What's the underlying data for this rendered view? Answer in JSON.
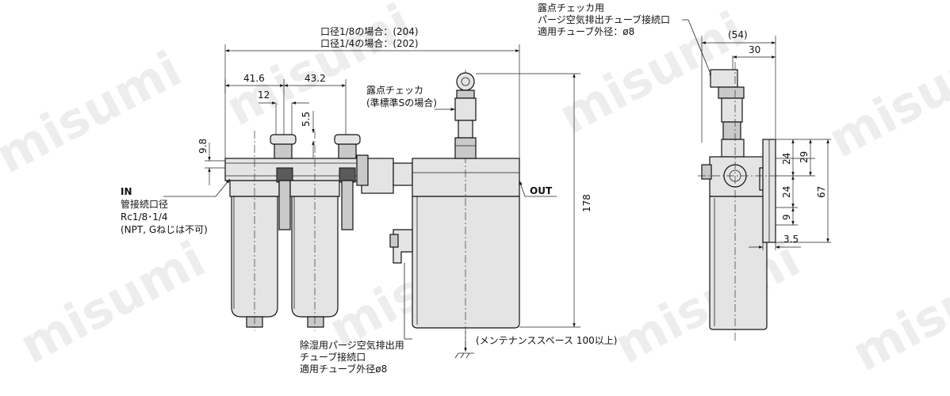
{
  "front_view": {
    "dim_overall_1": "口径1/8の場合：(204)",
    "dim_overall_2": "口径1/4の場合：(202)",
    "dim_pitch_1": "41.6",
    "dim_pitch_2": "43.2",
    "dim_12": "12",
    "dim_5_5": "5.5",
    "dim_9_8": "9.8",
    "dim_178": "178",
    "in_label": "IN",
    "in_note_1": "管接続口径",
    "in_note_2": "Rc1/8･1/4",
    "in_note_3": "(NPT, Gねじは不可)",
    "out_label": "OUT",
    "checker_note_1": "露点チェッカ",
    "checker_note_2": "(準標準Sの場合)",
    "purge_note_1": "除湿用パージ空気排出用",
    "purge_note_2": "チューブ接続口",
    "purge_note_3": "適用チューブ外径ø8",
    "maint_note": "(メンテナンススペース 100以上)"
  },
  "side_view": {
    "purge_note_1": "露点チェッカ用",
    "purge_note_2": "パージ空気排出チューブ接続口",
    "purge_note_3": "適用チューブ外径：ø8",
    "dim_54": "(54)",
    "dim_30": "30",
    "dim_24a": "24",
    "dim_29": "29",
    "dim_24b": "24",
    "dim_67": "67",
    "dim_9": "9",
    "dim_3_5": "3.5"
  },
  "watermark": "misumi"
}
